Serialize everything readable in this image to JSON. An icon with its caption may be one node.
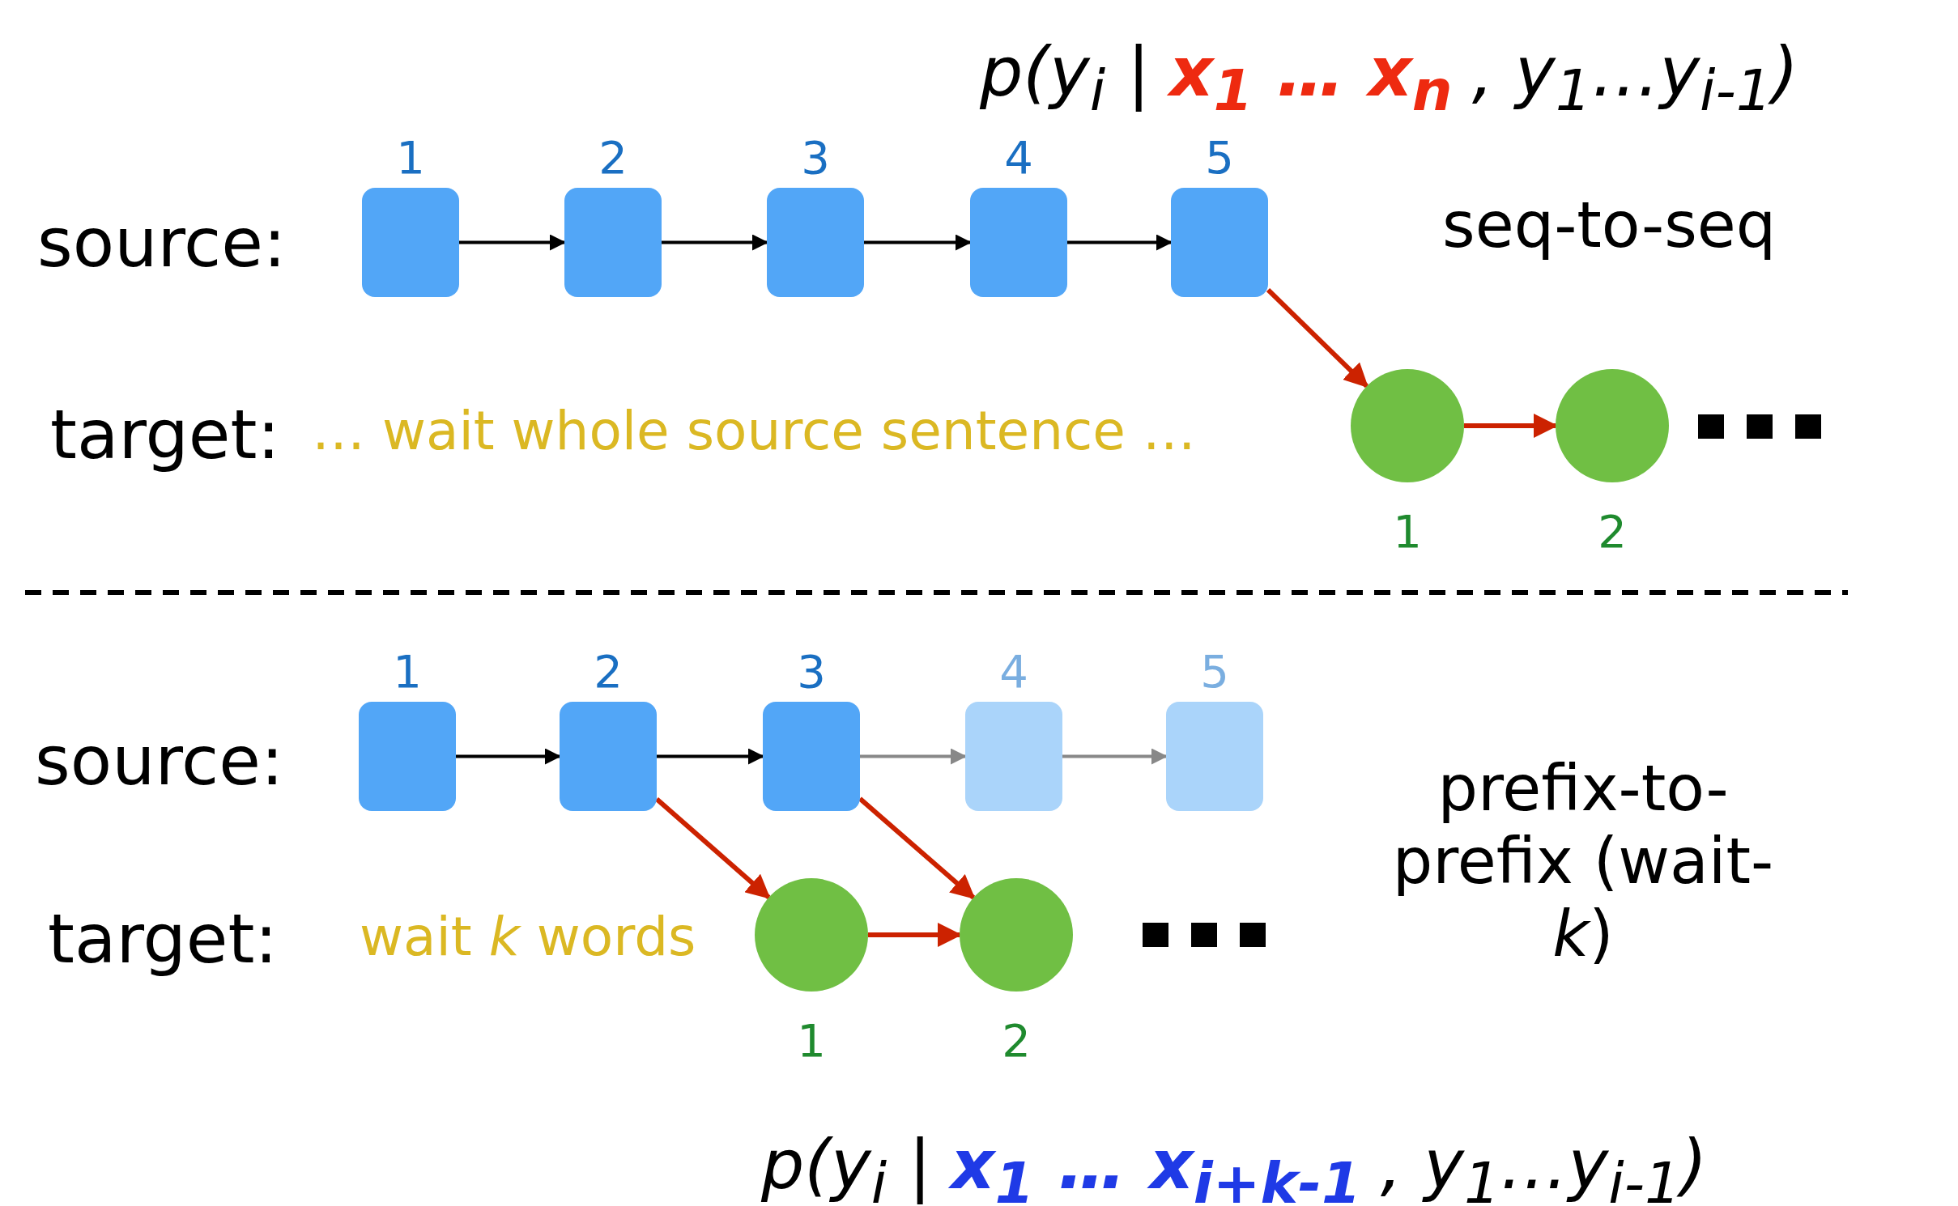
{
  "diagram": {
    "nodes": [
      {
        "text": [],
        "shape": "box",
        "beside": [
          "1"
        ]
      },
      {
        "text": [],
        "shape": "box",
        "beside": [
          "2"
        ]
      },
      {
        "text": [],
        "shape": "box",
        "beside": [
          "3"
        ]
      },
      {
        "text": [],
        "shape": "box",
        "beside": [
          "4"
        ]
      },
      {
        "text": [],
        "shape": "box",
        "beside": [
          "5"
        ]
      },
      {
        "text": [],
        "shape": "circle",
        "beside": [
          "1"
        ]
      },
      {
        "text": [],
        "shape": "circle",
        "beside": [
          "2"
        ]
      },
      {
        "text": [],
        "shape": "box",
        "beside": [
          "1"
        ]
      },
      {
        "text": [],
        "shape": "box",
        "beside": [
          "2"
        ]
      },
      {
        "text": [],
        "shape": "box",
        "beside": [
          "3"
        ]
      },
      {
        "text": [],
        "shape": "box",
        "beside": [
          "4"
        ]
      },
      {
        "text": [],
        "shape": "box",
        "beside": [
          "5"
        ]
      },
      {
        "text": [],
        "shape": "circle",
        "beside": [
          "1"
        ]
      },
      {
        "text": [],
        "shape": "circle",
        "beside": [
          "2"
        ]
      }
    ],
    "edges": [
      {
        "from": 0,
        "to": 1,
        "arrow": "to"
      },
      {
        "from": 1,
        "to": 2,
        "arrow": "to"
      },
      {
        "from": 2,
        "to": 3,
        "arrow": "to"
      },
      {
        "from": 3,
        "to": 4,
        "arrow": "to"
      },
      {
        "from": 4,
        "to": 5,
        "arrow": "to",
        "color": "#cc2200"
      },
      {
        "from": 5,
        "to": 6,
        "arrow": "to",
        "color": "#cc2200"
      },
      {
        "from": 7,
        "to": 8,
        "arrow": "to"
      },
      {
        "from": 8,
        "to": 9,
        "arrow": "to"
      },
      {
        "from": 9,
        "to": 10,
        "arrow": "to",
        "color": "#888888"
      },
      {
        "from": 10,
        "to": 11,
        "arrow": "to",
        "color": "#888888"
      },
      {
        "from": 8,
        "to": 12,
        "arrow": "to",
        "color": "#cc2200"
      },
      {
        "from": 9,
        "to": 13,
        "arrow": "to",
        "color": "#cc2200"
      },
      {
        "from": 12,
        "to": 13,
        "arrow": "to",
        "color": "#cc2200"
      }
    ],
    "labels": [
      "p(y$_{i}$ |",
      "x$_{1}$ … x$_{n}$",
      ", y$_{1}$…y$_{i-1}$)",
      "source:",
      "seq-to-seq",
      "target:",
      "… wait whole source sentence …",
      "source:",
      "prefix-to-prefix (wait-*k*)",
      "target:",
      "wait *k* words",
      "p(y$_{i}$ |",
      "x$_{1}$ … x$_{i+k-1}$",
      ", y$_{1}$…y$_{i-1}$)"
    ]
  }
}
